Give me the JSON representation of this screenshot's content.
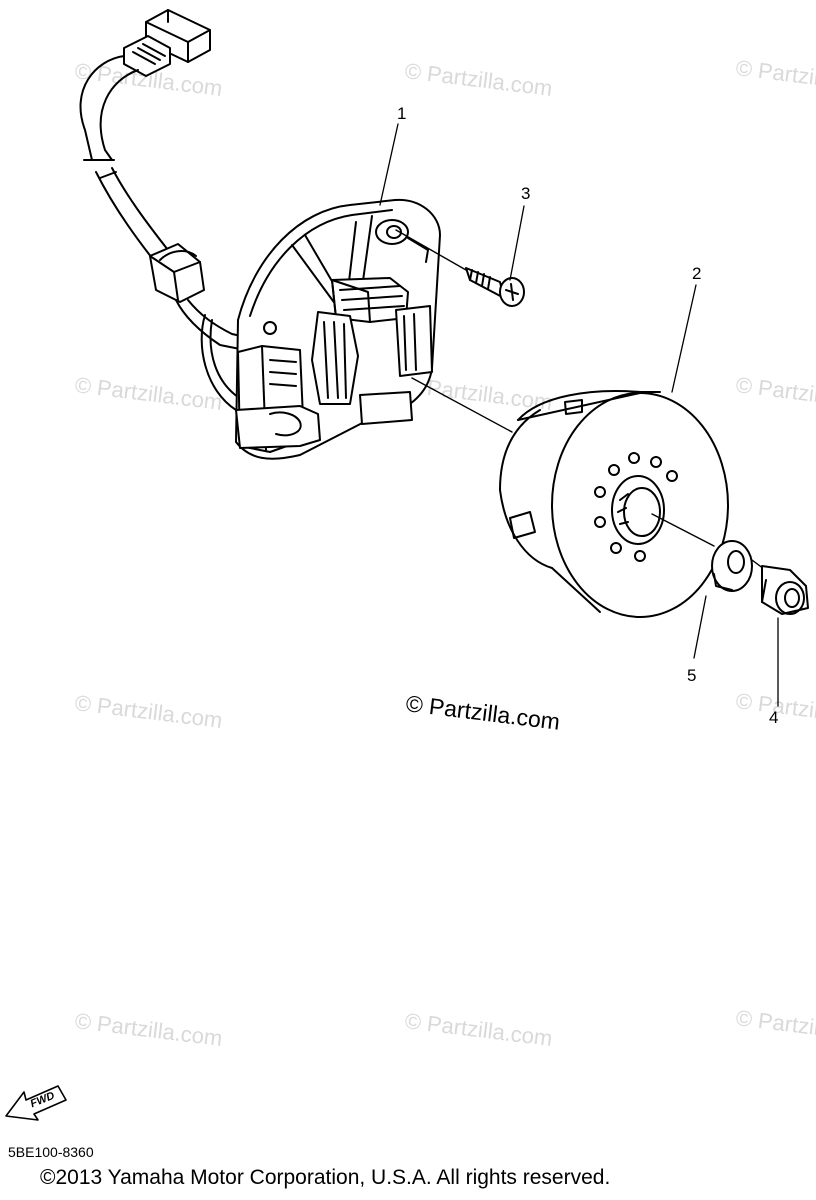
{
  "watermark": "© Partzilla.com",
  "center_watermark": "© Partzilla.com",
  "callouts": {
    "c1": "1",
    "c2": "2",
    "c3": "3",
    "c4": "4",
    "c5": "5"
  },
  "fwd_label": "FWD",
  "diagram_code": "5BE100-8360",
  "copyright": "©2013  Yamaha Motor Corporation, U.S.A. All rights reserved."
}
